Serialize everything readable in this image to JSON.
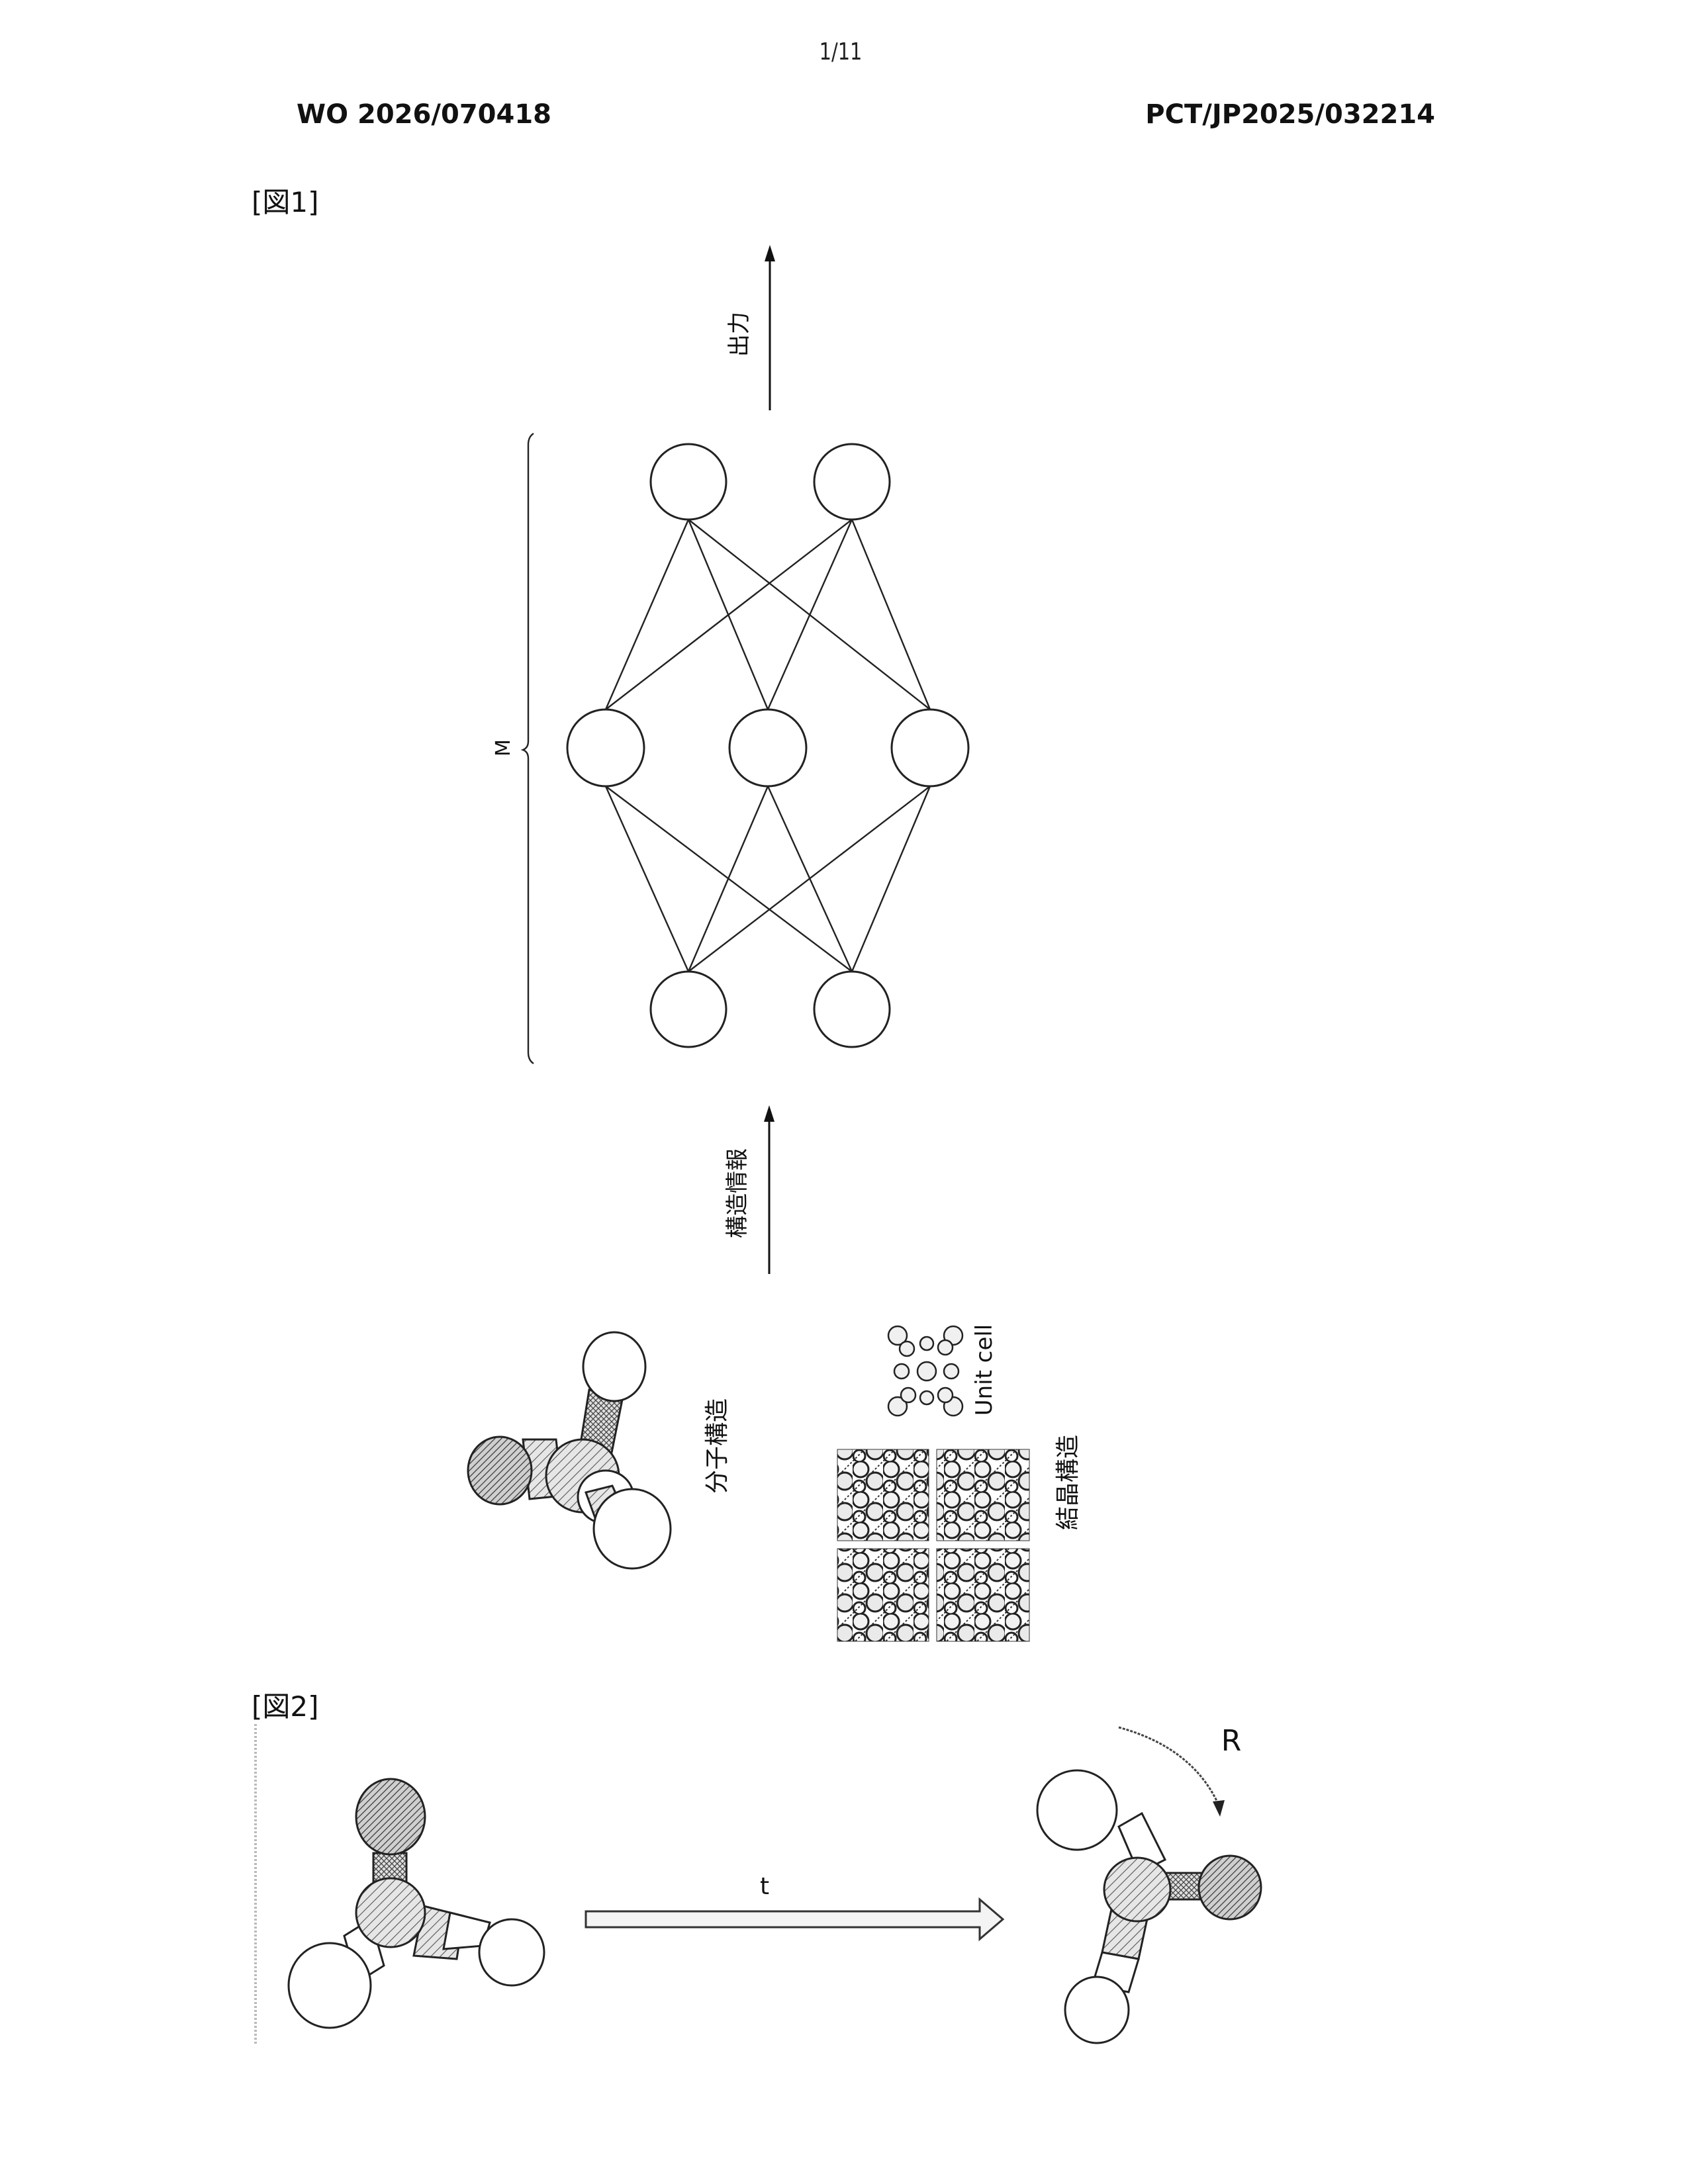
{
  "header": {
    "page_number": "1/11",
    "publication_number": "WO 2026/070418",
    "application_number": "PCT/JP2025/032214"
  },
  "figure1": {
    "label": "[図1]",
    "output_label": "出力",
    "input_label": "構造情報",
    "model_label": "M",
    "molecule_label": "分子構造",
    "crystal_label": "結晶構造",
    "unit_cell_label": "Unit cell",
    "network": {
      "layers": [
        {
          "name": "input",
          "node_count": 2
        },
        {
          "name": "hidden",
          "node_count": 3
        },
        {
          "name": "output",
          "node_count": 2
        }
      ],
      "connectivity": "fully-connected"
    }
  },
  "figure2": {
    "label": "[図2]",
    "translation_label": "t",
    "rotation_label": "R"
  }
}
